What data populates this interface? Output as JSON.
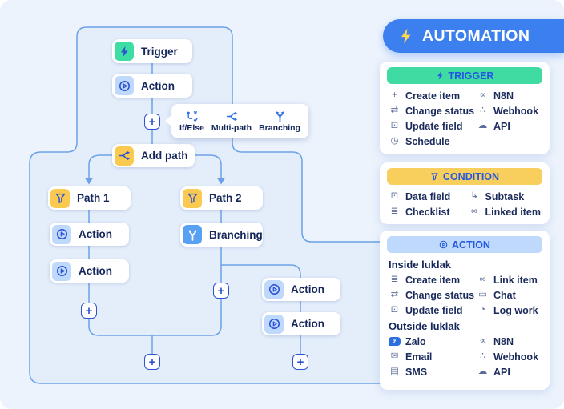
{
  "banner": {
    "label": "AUTOMATION",
    "icon": "lightning-bolt"
  },
  "flow": {
    "plus_glyph": "+",
    "nodes": {
      "trigger": "Trigger",
      "action": "Action",
      "add_path": "Add path",
      "path1": "Path 1",
      "path2": "Path 2",
      "branching": "Branching"
    },
    "popup": {
      "items": [
        {
          "icon": "if-else-icon",
          "label": "If/Else"
        },
        {
          "icon": "multi-path-icon",
          "label": "Multi-path"
        },
        {
          "icon": "branching-icon",
          "label": "Branching"
        }
      ]
    }
  },
  "panels": {
    "trigger": {
      "title": "TRIGGER",
      "items_left": [
        {
          "glyph": "+",
          "label": "Create item"
        },
        {
          "glyph": "⇄",
          "label": "Change status"
        },
        {
          "glyph": "⊡",
          "label": "Update field"
        },
        {
          "glyph": "◷",
          "label": "Schedule"
        }
      ],
      "items_right": [
        {
          "glyph": "∝",
          "label": "N8N"
        },
        {
          "glyph": "∴",
          "label": "Webhook"
        },
        {
          "glyph": "☁",
          "label": "API"
        }
      ]
    },
    "condition": {
      "title": "CONDITION",
      "items_left": [
        {
          "glyph": "⊡",
          "label": "Data field"
        },
        {
          "glyph": "≣",
          "label": "Checklist"
        }
      ],
      "items_right": [
        {
          "glyph": "↳",
          "label": "Subtask"
        },
        {
          "glyph": "∞",
          "label": "Linked item"
        }
      ]
    },
    "action": {
      "title": "ACTION",
      "inside_label": "Inside luklak",
      "inside_left": [
        {
          "glyph": "≣",
          "label": "Create item"
        },
        {
          "glyph": "⇄",
          "label": "Change status"
        },
        {
          "glyph": "⊡",
          "label": "Update field"
        }
      ],
      "inside_right": [
        {
          "glyph": "∞",
          "label": "Link item"
        },
        {
          "glyph": "▭",
          "label": "Chat"
        },
        {
          "glyph": "◔",
          "label": "Log work"
        }
      ],
      "outside_label": "Outside luklak",
      "outside_left": [
        {
          "glyph": "z",
          "label": "Zalo"
        },
        {
          "glyph": "✉",
          "label": "Email"
        },
        {
          "glyph": "▤",
          "label": "SMS"
        }
      ],
      "outside_right": [
        {
          "glyph": "∝",
          "label": "N8N"
        },
        {
          "glyph": "∴",
          "label": "Webhook"
        },
        {
          "glyph": "☁",
          "label": "API"
        }
      ]
    }
  },
  "colors": {
    "page_bg": "#ecf3fd",
    "container_fill": "#e4eefb",
    "line_blue": "#6ba1e7",
    "banner_bg": "#3c80f0",
    "bolt_yellow": "#ffd84d",
    "trigger_green": "#40dba2",
    "condition_yellow": "#f8ce5c",
    "action_blue": "#bed9fb",
    "accent_blue": "#2458e0",
    "navy_text": "#14265a"
  }
}
